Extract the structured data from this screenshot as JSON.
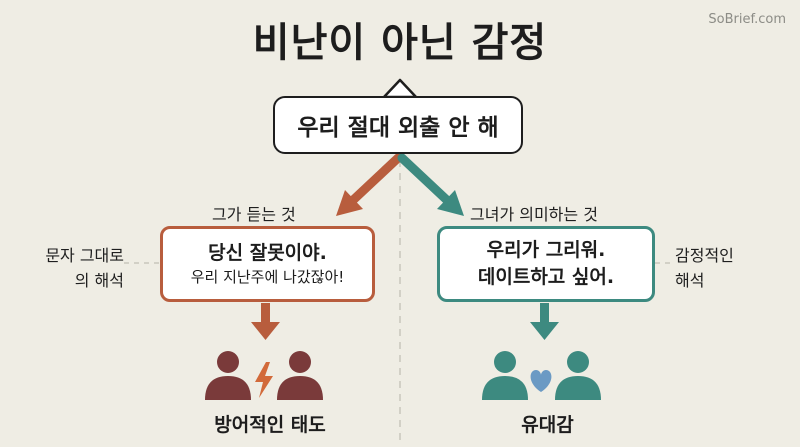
{
  "watermark": "SoBrief.com",
  "title": "비난이 아닌 감정",
  "center_phrase": "우리 절대 외출 안 해",
  "left_branch": {
    "label": "그가 듣는 것",
    "side_label_line1": "문자 그대로",
    "side_label_line2": "의 해석",
    "box_line1": "당신 잘못이야.",
    "box_line2": "우리 지난주에 나갔잖아!",
    "result": "방어적인 태도",
    "color": "#b85d3d"
  },
  "right_branch": {
    "label": "그녀가 의미하는 것",
    "side_label_line1": "감정적인",
    "side_label_line2": "해석",
    "box_line1": "우리가 그리워.",
    "box_line2": "데이트하고 싶어.",
    "result": "유대감",
    "color": "#3d8a80"
  },
  "people_color": "#7a3a3a",
  "connector_icon_left": "lightning-icon",
  "connector_icon_right": "heart-icon"
}
